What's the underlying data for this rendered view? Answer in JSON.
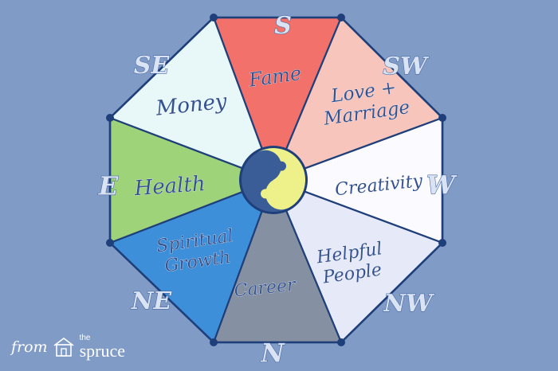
{
  "diagram": {
    "sectors": [
      {
        "id": "fame",
        "lines": [
          "Fame"
        ],
        "color": "#f2726b"
      },
      {
        "id": "love-marriage",
        "lines": [
          "Love +",
          "Marriage"
        ],
        "color": "#f7c5bc"
      },
      {
        "id": "creativity",
        "lines": [
          "Creativity"
        ],
        "color": "#fbfbff"
      },
      {
        "id": "helpful-people",
        "lines": [
          "Helpful",
          "People"
        ],
        "color": "#e6e9f8"
      },
      {
        "id": "career",
        "lines": [
          "Career"
        ],
        "color": "#8591a3"
      },
      {
        "id": "spiritual-growth",
        "lines": [
          "Spiritual",
          "Growth"
        ],
        "color": "#3d8fda"
      },
      {
        "id": "health",
        "lines": [
          "Health"
        ],
        "color": "#9fd37a"
      },
      {
        "id": "money",
        "lines": [
          "Money"
        ],
        "color": "#e8f8f9"
      }
    ],
    "directions": [
      "S",
      "SW",
      "W",
      "NW",
      "N",
      "NE",
      "E",
      "SE"
    ],
    "yin_yang": {
      "dark": "#3a5c97",
      "light": "#eef08a"
    },
    "outline_color": "#1f3f7a"
  },
  "branding": {
    "from_text": "from",
    "the_text": "the",
    "brand_text": "spruce"
  }
}
